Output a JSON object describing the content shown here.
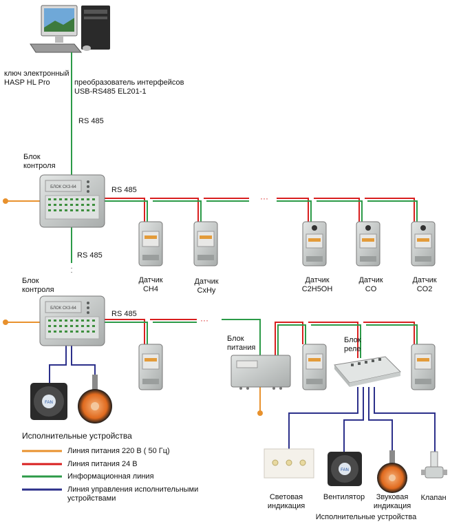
{
  "colors": {
    "power_220": "#e8912d",
    "power_24": "#d81e1e",
    "info": "#2b9a47",
    "control": "#2b2f8a",
    "device_body": "#c6cac8",
    "device_dark": "#7c807f"
  },
  "icons": [
    "computer-icon",
    "control-unit-icon",
    "sensor-icon",
    "power-supply-icon",
    "relay-block-icon",
    "fan-icon",
    "siren-icon",
    "lamp-panel-icon",
    "valve-icon"
  ],
  "top": {
    "key_label_line1": "ключ электронный",
    "key_label_line2": "HASP HL Pro",
    "converter_label_line1": "преобразователь интерфейсов",
    "converter_label_line2": "USB-RS485 EL201-1",
    "rs485_pc": "RS 485"
  },
  "unit1": {
    "label_line1": "Блок",
    "label_line2": "контроля",
    "rs485": "RS 485"
  },
  "between_units_rs485": "RS 485",
  "unit2": {
    "label_line1": "Блок",
    "label_line2": "контроля",
    "rs485": "RS 485"
  },
  "sensors_row1": [
    {
      "line1": "Датчик",
      "line2": "CH4"
    },
    {
      "line1": "Датчик",
      "line2": "CxHy"
    },
    {
      "line1": "Датчик",
      "line2": "C2H5OH"
    },
    {
      "line1": "Датчик",
      "line2": "CO"
    },
    {
      "line1": "Датчик",
      "line2": "CO2"
    }
  ],
  "power_block": {
    "line1": "Блок",
    "line2": "питания"
  },
  "relay_block": {
    "line1": "Блок",
    "line2": "реле"
  },
  "devices": {
    "light": {
      "line1": "Световая",
      "line2": "индикация"
    },
    "fan": "Вентилятор",
    "sound": {
      "line1": "Звуковая",
      "line2": "индикация"
    },
    "valve": "Клапан",
    "caption": "Исполнительные устройства"
  },
  "legend": {
    "title": "Исполнительные устройства",
    "items": [
      {
        "color": "#e8912d",
        "label": "Линия питания 220 В  ( 50 Гц)"
      },
      {
        "color": "#d81e1e",
        "label": "Линия питания 24 В"
      },
      {
        "color": "#2b9a47",
        "label": "Информационная линия"
      },
      {
        "color": "#2b2f8a",
        "label": "Линия управления исполнительными",
        "label2": "устройствами"
      }
    ]
  }
}
